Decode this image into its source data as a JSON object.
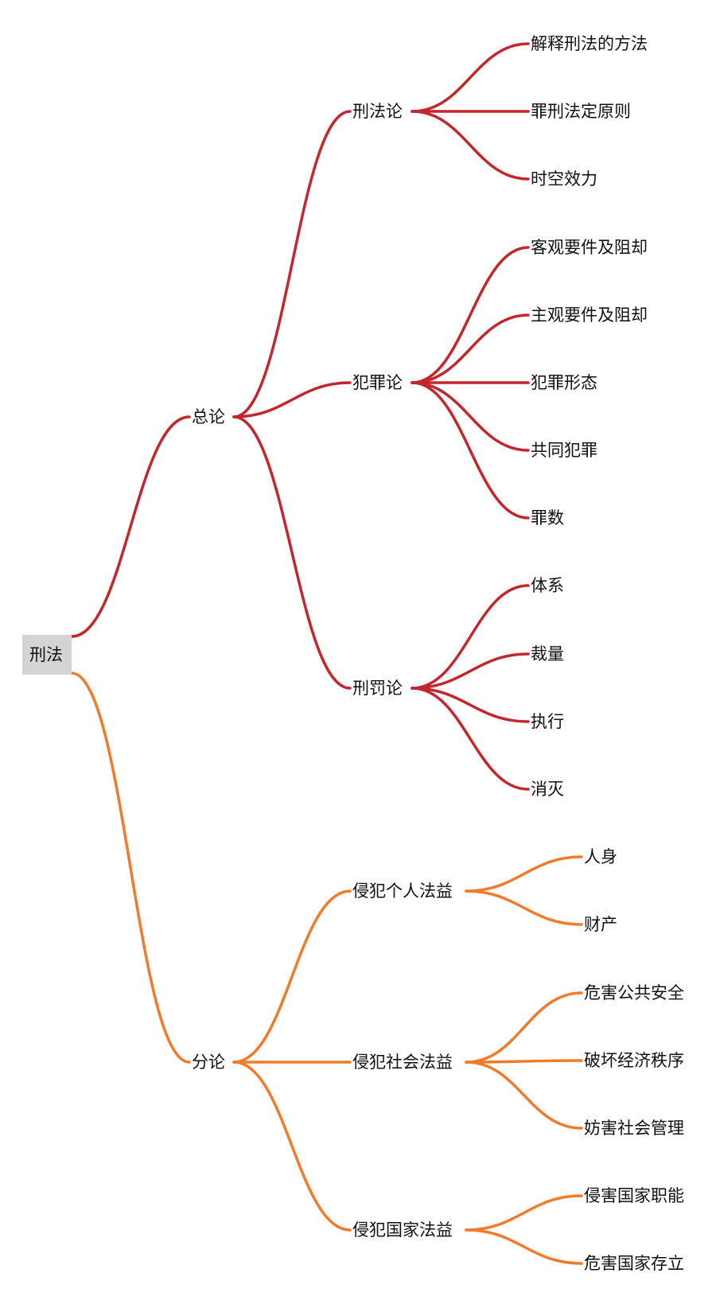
{
  "colors": {
    "general_branch": "#c1272d",
    "specific_branch": "#f07b2c",
    "root_background": "#d4d4d4",
    "text": "#111111"
  },
  "root": {
    "label": "刑法",
    "children": [
      {
        "label": "总论",
        "color": "#c1272d",
        "children": [
          {
            "label": "刑法论",
            "children": [
              {
                "label": "解释刑法的方法"
              },
              {
                "label": "罪刑法定原则"
              },
              {
                "label": "时空效力"
              }
            ]
          },
          {
            "label": "犯罪论",
            "children": [
              {
                "label": "客观要件及阻却"
              },
              {
                "label": "主观要件及阻却"
              },
              {
                "label": "犯罪形态"
              },
              {
                "label": "共同犯罪"
              },
              {
                "label": "罪数"
              }
            ]
          },
          {
            "label": "刑罚论",
            "children": [
              {
                "label": "体系"
              },
              {
                "label": "裁量"
              },
              {
                "label": "执行"
              },
              {
                "label": "消灭"
              }
            ]
          }
        ]
      },
      {
        "label": "分论",
        "color": "#f07b2c",
        "children": [
          {
            "label": "侵犯个人法益",
            "children": [
              {
                "label": "人身"
              },
              {
                "label": "财产"
              }
            ]
          },
          {
            "label": "侵犯社会法益",
            "children": [
              {
                "label": "危害公共安全"
              },
              {
                "label": "破坏经济秩序"
              },
              {
                "label": "妨害社会管理"
              }
            ]
          },
          {
            "label": "侵犯国家法益",
            "children": [
              {
                "label": "侵害国家职能"
              },
              {
                "label": "危害国家存立"
              }
            ]
          }
        ]
      }
    ]
  }
}
